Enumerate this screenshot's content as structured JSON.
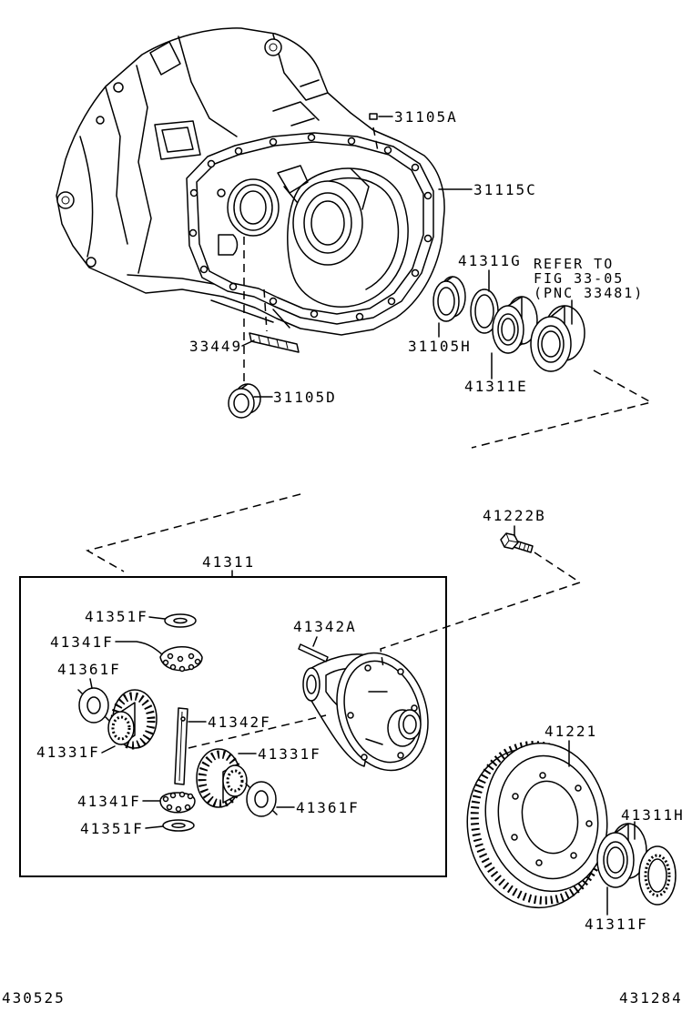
{
  "colors": {
    "ink": "#000000",
    "paper": "#ffffff"
  },
  "callouts": {
    "p31105A": "31105A",
    "p31115C": "31115C",
    "p41311G": "41311G",
    "p33449": "33449",
    "p31105H": "31105H",
    "p41311E": "41311E",
    "p31105D": "31105D",
    "p41222B": "41222B",
    "p41311": "41311",
    "p41351F_top": "41351F",
    "p41341F_top": "41341F",
    "p41342A": "41342A",
    "p41361F_left": "41361F",
    "p41342F": "41342F",
    "p41331F_left": "41331F",
    "p41331F_right": "41331F",
    "p41341F_bottom": "41341F",
    "p41361F_right": "41361F",
    "p41351F_bottom": "41351F",
    "p41221": "41221",
    "p41311H": "41311H",
    "p41311F": "41311F"
  },
  "reference_note": {
    "line1": "REFER TO",
    "line2": "FIG 33-05",
    "line3": "(PNC 33481)"
  },
  "footer": {
    "left_code": "430525",
    "right_code": "431284"
  }
}
